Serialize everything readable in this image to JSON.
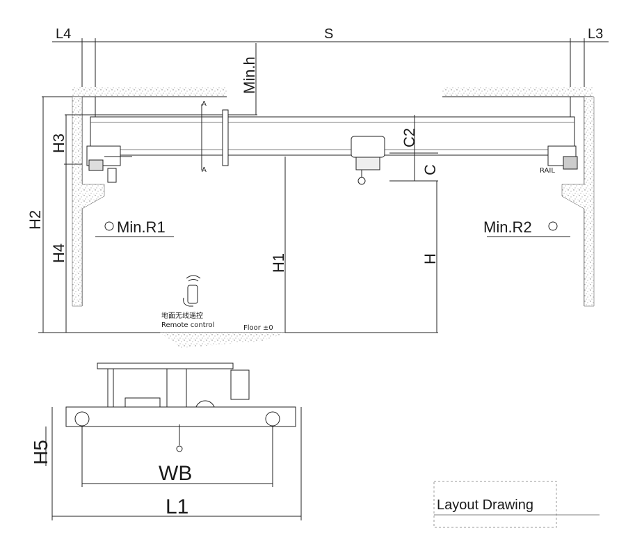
{
  "top_dims": {
    "l4": "L4",
    "s": "S",
    "l3": "L3",
    "min_h": "Min.h",
    "h3": "H3",
    "c2": "C2",
    "c": "C",
    "rail": "RAIL",
    "h2": "H2",
    "h4": "H4",
    "h1": "H1",
    "h": "H",
    "min_r1": "Min.R1",
    "min_r2": "Min.R2",
    "section_mark": "A"
  },
  "remote": {
    "label_cn": "地面无线遥控",
    "label_en": "Remote control",
    "icon": "remote-control-icon"
  },
  "floor_label": "Floor ±0",
  "bottom_dims": {
    "h5": "H5",
    "wb": "WB",
    "l1": "L1"
  },
  "legend": {
    "title": "Layout Drawing"
  },
  "colors": {
    "line": "#222222",
    "concrete": "#bdbdbd",
    "frame": "#999999"
  }
}
